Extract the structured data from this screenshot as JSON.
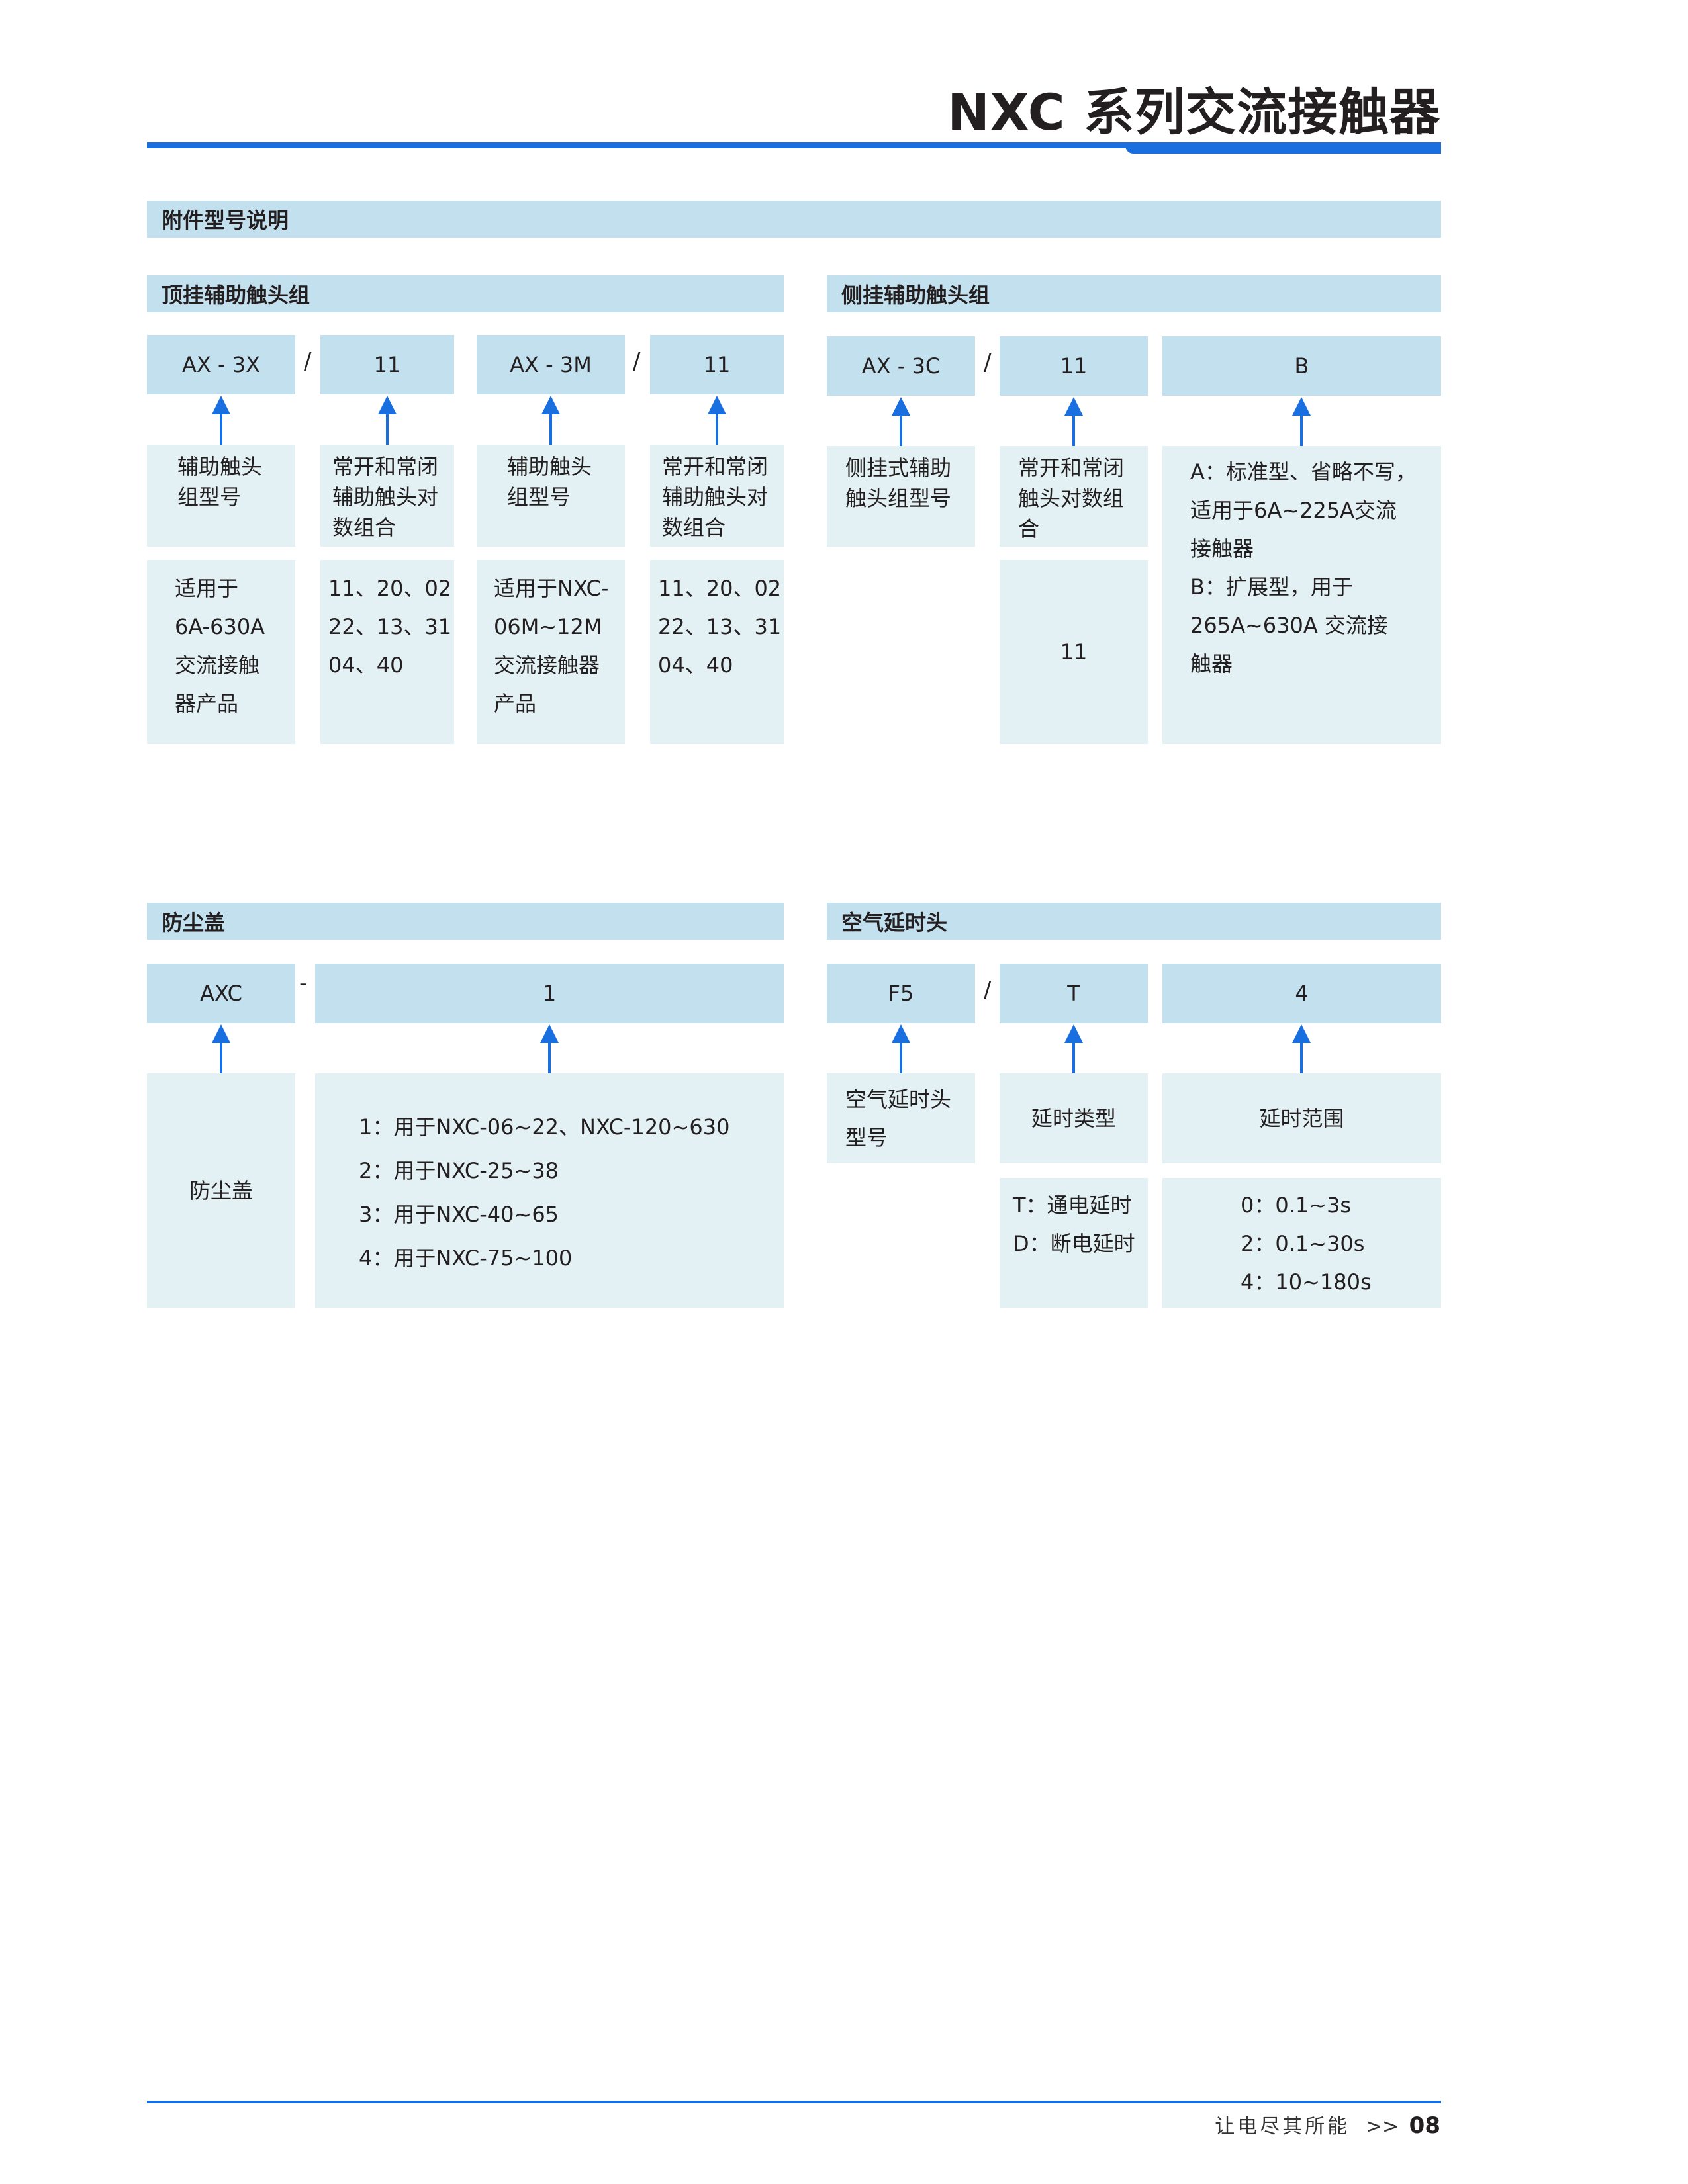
{
  "page_title": "NXC 系列交流接触器",
  "section_title": "附件型号说明",
  "top_aux": {
    "title": "顶挂辅助触头组",
    "codes": [
      "AX - 3X",
      "11",
      "AX - 3M",
      "11"
    ],
    "sep": "/",
    "desc1": [
      "辅助触头",
      "组型号"
    ],
    "desc2": [
      "常开和常闭",
      "辅助触头对",
      "数组合"
    ],
    "desc3": [
      "辅助触头",
      "组型号"
    ],
    "desc4": [
      "常开和常闭",
      "辅助触头对",
      "数组合"
    ],
    "app1": [
      "适用于",
      "6A-630A",
      "交流接触",
      "器产品"
    ],
    "app2": [
      "11、20、02",
      "22、13、31",
      "04、40"
    ],
    "app3": [
      "适用于NXC-",
      "06M~12M",
      "交流接触器",
      "产品"
    ],
    "app4": [
      "11、20、02",
      "22、13、31",
      "04、40"
    ]
  },
  "side_aux": {
    "title": "侧挂辅助触头组",
    "codes": [
      "AX - 3C",
      "11",
      "B"
    ],
    "sep": "/",
    "desc1": [
      "侧挂式辅助",
      "触头组型号"
    ],
    "desc2": [
      "常开和常闭",
      "触头对数组",
      "合"
    ],
    "desc3": [
      "A：标准型、省略不写，",
      "适用于6A~225A交流",
      "接触器",
      "B：扩展型，用于",
      "265A~630A 交流接",
      "触器"
    ],
    "value2": "11"
  },
  "dust_cover": {
    "title": "防尘盖",
    "codes": [
      "AXC",
      "1"
    ],
    "sep": "-",
    "desc1": "防尘盖",
    "desc2": [
      "1：用于NXC-06~22、NXC-120~630",
      "2：用于NXC-25~38",
      "3：用于NXC-40~65",
      "4：用于NXC-75~100"
    ]
  },
  "air_delay": {
    "title": "空气延时头",
    "codes": [
      "F5",
      "T",
      "4"
    ],
    "sep": "/",
    "desc1": [
      "空气延时头",
      "型号"
    ],
    "desc2": "延时类型",
    "desc3": "延时范围",
    "values2": [
      "T：通电延时",
      "D：断电延时"
    ],
    "values3": [
      "0：0.1~3s",
      "2：0.1~30s",
      "4：10~180s"
    ]
  },
  "footer": {
    "slogan": "让电尽其所能",
    "arrows": ">>",
    "page": "08"
  },
  "colors": {
    "accent_blue": "#1a6fe0",
    "header_bg": "#c3e0ee",
    "desc_bg": "#e3f1f4"
  }
}
